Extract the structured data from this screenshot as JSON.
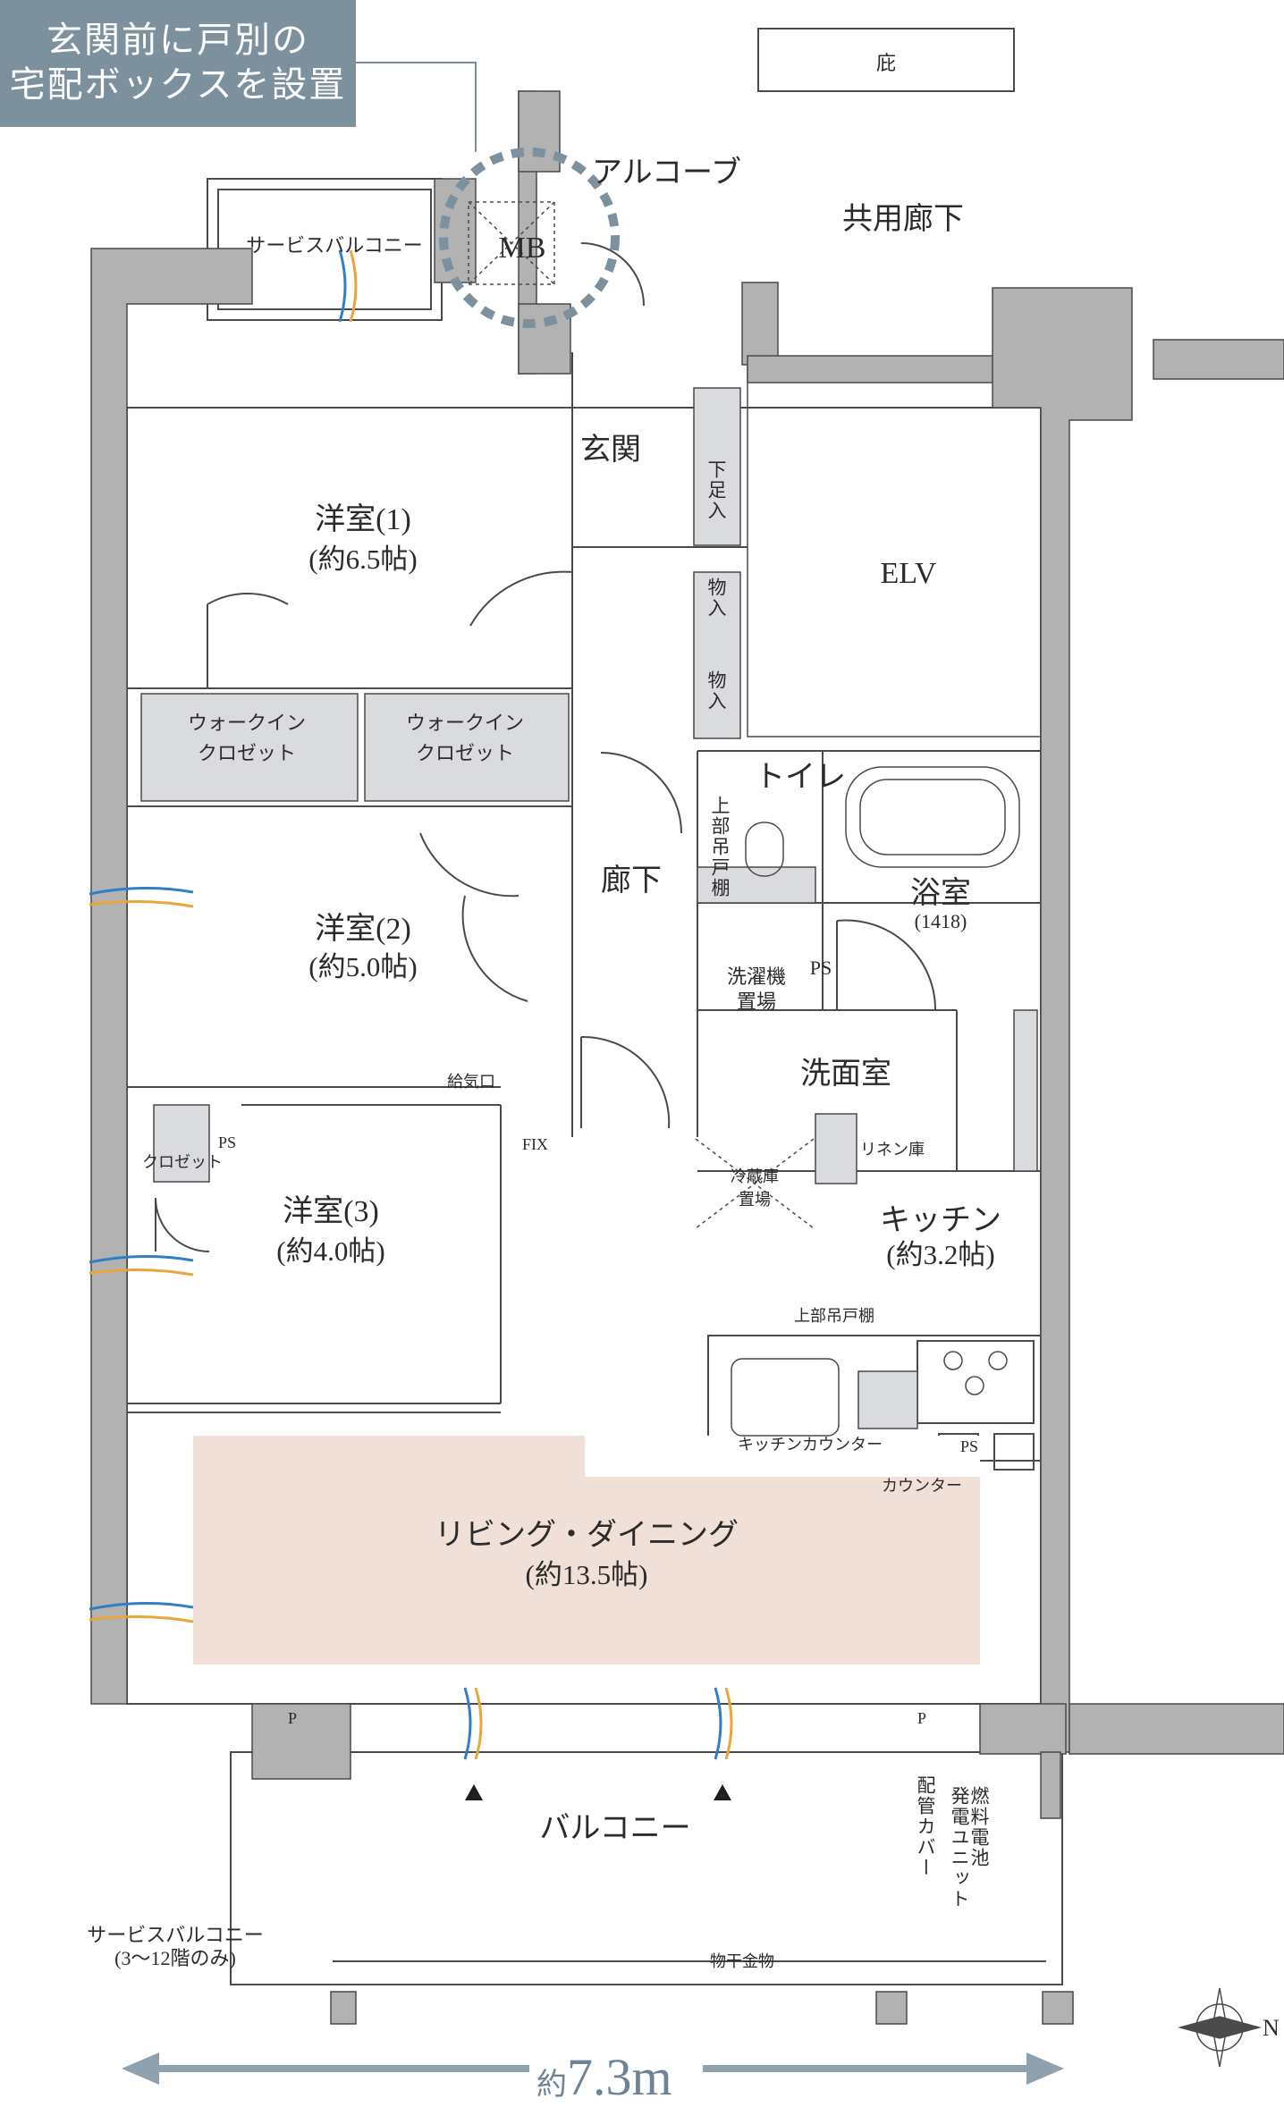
{
  "callout": {
    "line1": "玄関前に戸別の",
    "line2": "宅配ボックスを設置"
  },
  "rooms": {
    "eaves": "庇",
    "alcove": "アルコーブ",
    "common_corridor": "共用廊下",
    "service_balcony_top": "サービスバルコニー",
    "mb": "MB",
    "entrance": "玄関",
    "shoe_box": "下足入",
    "storage": "物入",
    "elv": "ELV",
    "western1_name": "洋室(1)",
    "western1_size": "(約6.5帖)",
    "walkin1": [
      "ウォークイン",
      "クロゼット"
    ],
    "walkin2": [
      "ウォークイン",
      "クロゼット"
    ],
    "toilet": "トイレ",
    "upper_cabinet_toilet": "上部吊戸棚",
    "bath": "浴室",
    "bath_size": "(1418)",
    "corridor": "廊下",
    "western2_name": "洋室(2)",
    "western2_size": "(約5.0帖)",
    "washer": [
      "洗濯機",
      "置場"
    ],
    "ps": "PS",
    "washroom": "洗面室",
    "air_inlet": "給気口",
    "fix": "FIX",
    "closet": "クロゼット",
    "linen": "リネン庫",
    "fridge": [
      "冷蔵庫",
      "置場"
    ],
    "western3_name": "洋室(3)",
    "western3_size": "(約4.0帖)",
    "kitchen_name": "キッチン",
    "kitchen_size": "(約3.2帖)",
    "upper_cabinet_kitchen": "上部吊戸棚",
    "kitchen_counter": "キッチンカウンター",
    "counter": "カウンター",
    "living_name": "リビング・ダイニング",
    "living_size": "(約13.5帖)",
    "pillar_p": "P",
    "pipe_cover": "配管カバー",
    "fuel_cell": [
      "燃料電池",
      "発電ユニット"
    ],
    "balcony": "バルコニー",
    "service_balcony_bottom": "サービスバルコニー",
    "service_balcony_note": "(3〜12階のみ)",
    "drying_rack": "物干金物"
  },
  "scale": {
    "prefix": "約",
    "value": "7.3m"
  },
  "compass": {
    "label": "N"
  },
  "colors": {
    "wall": "#b2b2b2",
    "fixture": "#d9dbde",
    "living_fill": "#f1e0d8",
    "callout_bg": "#7d909e",
    "scale_arrow": "#8fa0ae",
    "airflow_blue": "#2f7fc4",
    "airflow_orange": "#e8a73c"
  }
}
